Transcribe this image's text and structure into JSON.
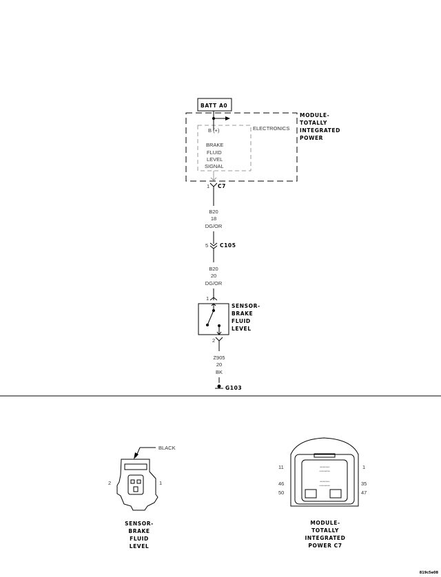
{
  "schematic": {
    "batt_label": "BATT A0",
    "module_label": [
      "MODULE-",
      "TOTALLY",
      "INTEGRATED",
      "POWER"
    ],
    "electronics_label": "ELECTRONICS",
    "inner_labels": [
      "B (+)",
      "BRAKE",
      "FLUID",
      "LEVEL",
      "SIGNAL"
    ],
    "c7": {
      "pin": "1",
      "name": "C7"
    },
    "wire1": [
      "B20",
      "18",
      "DG/OR"
    ],
    "c105": {
      "pin": "5",
      "name": "C105"
    },
    "wire2": [
      "B20",
      "20",
      "DG/OR"
    ],
    "sensor_pin_top": "1",
    "sensor_label": [
      "SENSOR-",
      "BRAKE",
      "FLUID",
      "LEVEL"
    ],
    "sensor_pin_bottom": "2",
    "wire3": [
      "Z905",
      "20",
      "BK"
    ],
    "ground": "G103"
  },
  "connectors": {
    "sensor": {
      "color": "BLACK",
      "pin_left": "2",
      "pin_right": "1",
      "label": [
        "SENSOR-",
        "BRAKE",
        "FLUID",
        "LEVEL"
      ]
    },
    "module": {
      "pins_left": [
        "11",
        "46",
        "50"
      ],
      "pins_right": [
        "1",
        "35",
        "47"
      ],
      "label": [
        "MODULE-",
        "TOTALLY",
        "INTEGRATED",
        "POWER C7"
      ]
    }
  },
  "figure_id": "819c5e08"
}
